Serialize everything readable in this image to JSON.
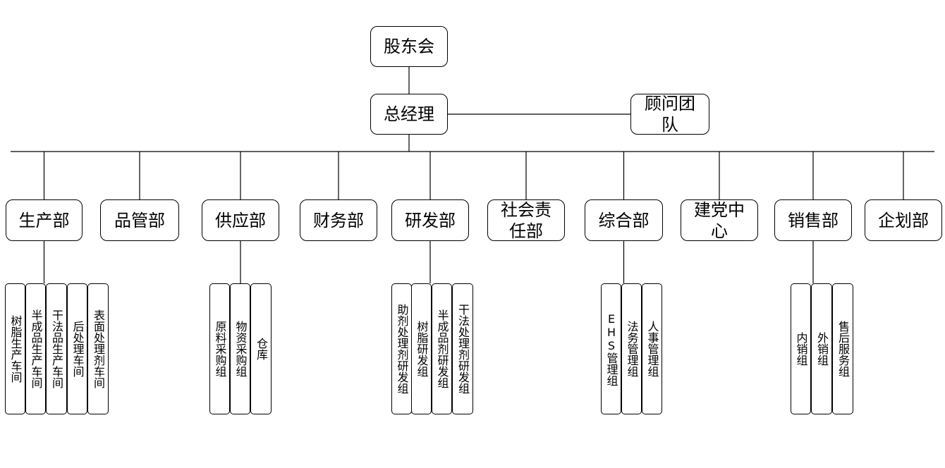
{
  "root": "股东会",
  "manager": "总经理",
  "advisor": "顾问团队",
  "departments": [
    {
      "label": "生产部",
      "subs": [
        "树脂生产车间",
        "半成品生产车间",
        "干法品生产车间",
        "后处理车间",
        "表面处理剂车间"
      ]
    },
    {
      "label": "品管部",
      "subs": []
    },
    {
      "label": "供应部",
      "subs": [
        "原料采购组",
        "物资采购组",
        "仓库"
      ]
    },
    {
      "label": "财务部",
      "subs": []
    },
    {
      "label": "研发部",
      "subs": [
        "助剂处理剂研发组",
        "树脂研发组",
        "半成品剂研发组",
        "干法处理剂研发组"
      ]
    },
    {
      "label": "社会责任部",
      "subs": []
    },
    {
      "label": "综合部",
      "subs": [
        "EHS管理组",
        "法务管理组",
        "人事管理组"
      ]
    },
    {
      "label": "建党中心",
      "subs": []
    },
    {
      "label": "销售部",
      "subs": [
        "内销组",
        "外销组",
        "售后服务组"
      ]
    },
    {
      "label": "企划部",
      "subs": []
    }
  ]
}
